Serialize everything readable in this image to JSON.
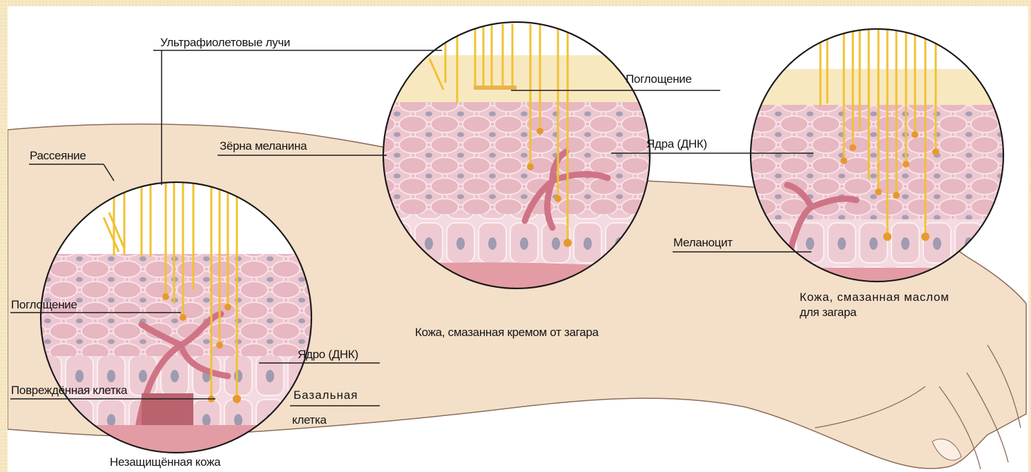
{
  "labels": {
    "uv_rays": "Ультрафиолетовые лучи",
    "scattering": "Рассеяние",
    "absorption_left": "Поглощение",
    "absorption_middle": "Поглощение",
    "melanin_grains": "Зёрна меланина",
    "nuclei_dna": "Ядра (ДНК)",
    "nucleus_dna": "Ядро (ДНК)",
    "damaged_cell": "Повреждённая клетка",
    "basal_cell_line1": "Базальная",
    "basal_cell_line2": "клетка",
    "melanocyte": "Меланоцит",
    "caption_unprotected": "Незащищённая кожа",
    "caption_cream": "Кожа, смазанная кремом от загара",
    "caption_oil_line1": "Кожа, смазанная маслом",
    "caption_oil_line2": "для загара"
  },
  "colors": {
    "frame_background": "#f6e9c7",
    "arm_skin": "#f4dfc8",
    "arm_outline": "#8a6a5a",
    "ray": "#f1c232",
    "absorption_band": "#f8e8c0",
    "skin_cells": "#e8b9c4",
    "cell_border": "#f6e0e6",
    "nucleus": "#9a98ad",
    "melanocyte": "#d47c8c",
    "dermis": "#d98e94"
  }
}
